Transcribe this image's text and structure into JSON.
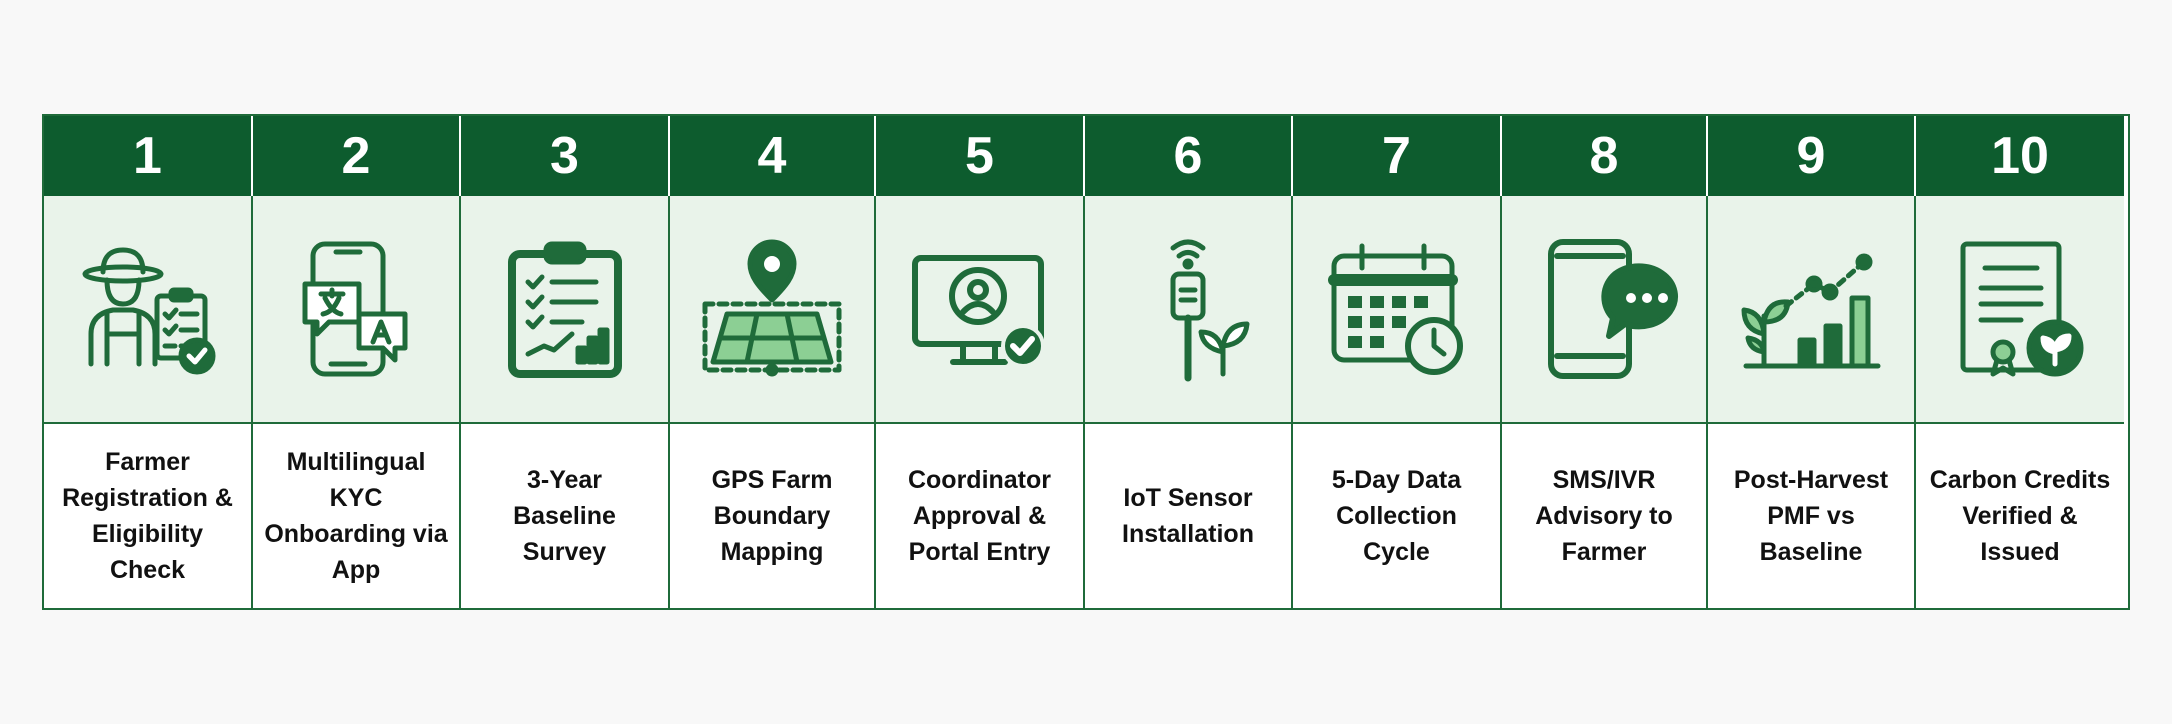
{
  "colors": {
    "primary_dark_green": "#0d5c2e",
    "icon_green": "#1f6b3a",
    "icon_light_green": "#8ccf94",
    "icon_cell_bg": "#e9f3ea",
    "label_bg": "#ffffff",
    "page_bg": "#f8f8f8"
  },
  "steps": [
    {
      "number": "1",
      "label": "Farmer\nRegistration &\nEligibility Check",
      "icon": "farmer-checklist-icon"
    },
    {
      "number": "2",
      "label": "Multilingual KYC\nOnboarding via\nApp",
      "icon": "phone-translation-icon"
    },
    {
      "number": "3",
      "label": "3-Year\nBaseline Survey",
      "icon": "clipboard-survey-icon"
    },
    {
      "number": "4",
      "label": "GPS Farm\nBoundary\nMapping",
      "icon": "gps-field-map-icon"
    },
    {
      "number": "5",
      "label": "Coordinator\nApproval &\nPortal Entry",
      "icon": "monitor-approval-icon"
    },
    {
      "number": "6",
      "label": "IoT Sensor\nInstallation",
      "icon": "iot-sensor-icon"
    },
    {
      "number": "7",
      "label": "5-Day Data\nCollection\nCycle",
      "icon": "calendar-clock-icon"
    },
    {
      "number": "8",
      "label": "SMS/IVR\nAdvisory to\nFarmer",
      "icon": "phone-chat-icon"
    },
    {
      "number": "9",
      "label": "Post-Harvest\nPMF vs\nBaseline",
      "icon": "growth-chart-icon"
    },
    {
      "number": "10",
      "label": "Carbon Credits\nVerified &\nIssued",
      "icon": "certificate-badge-icon"
    }
  ]
}
